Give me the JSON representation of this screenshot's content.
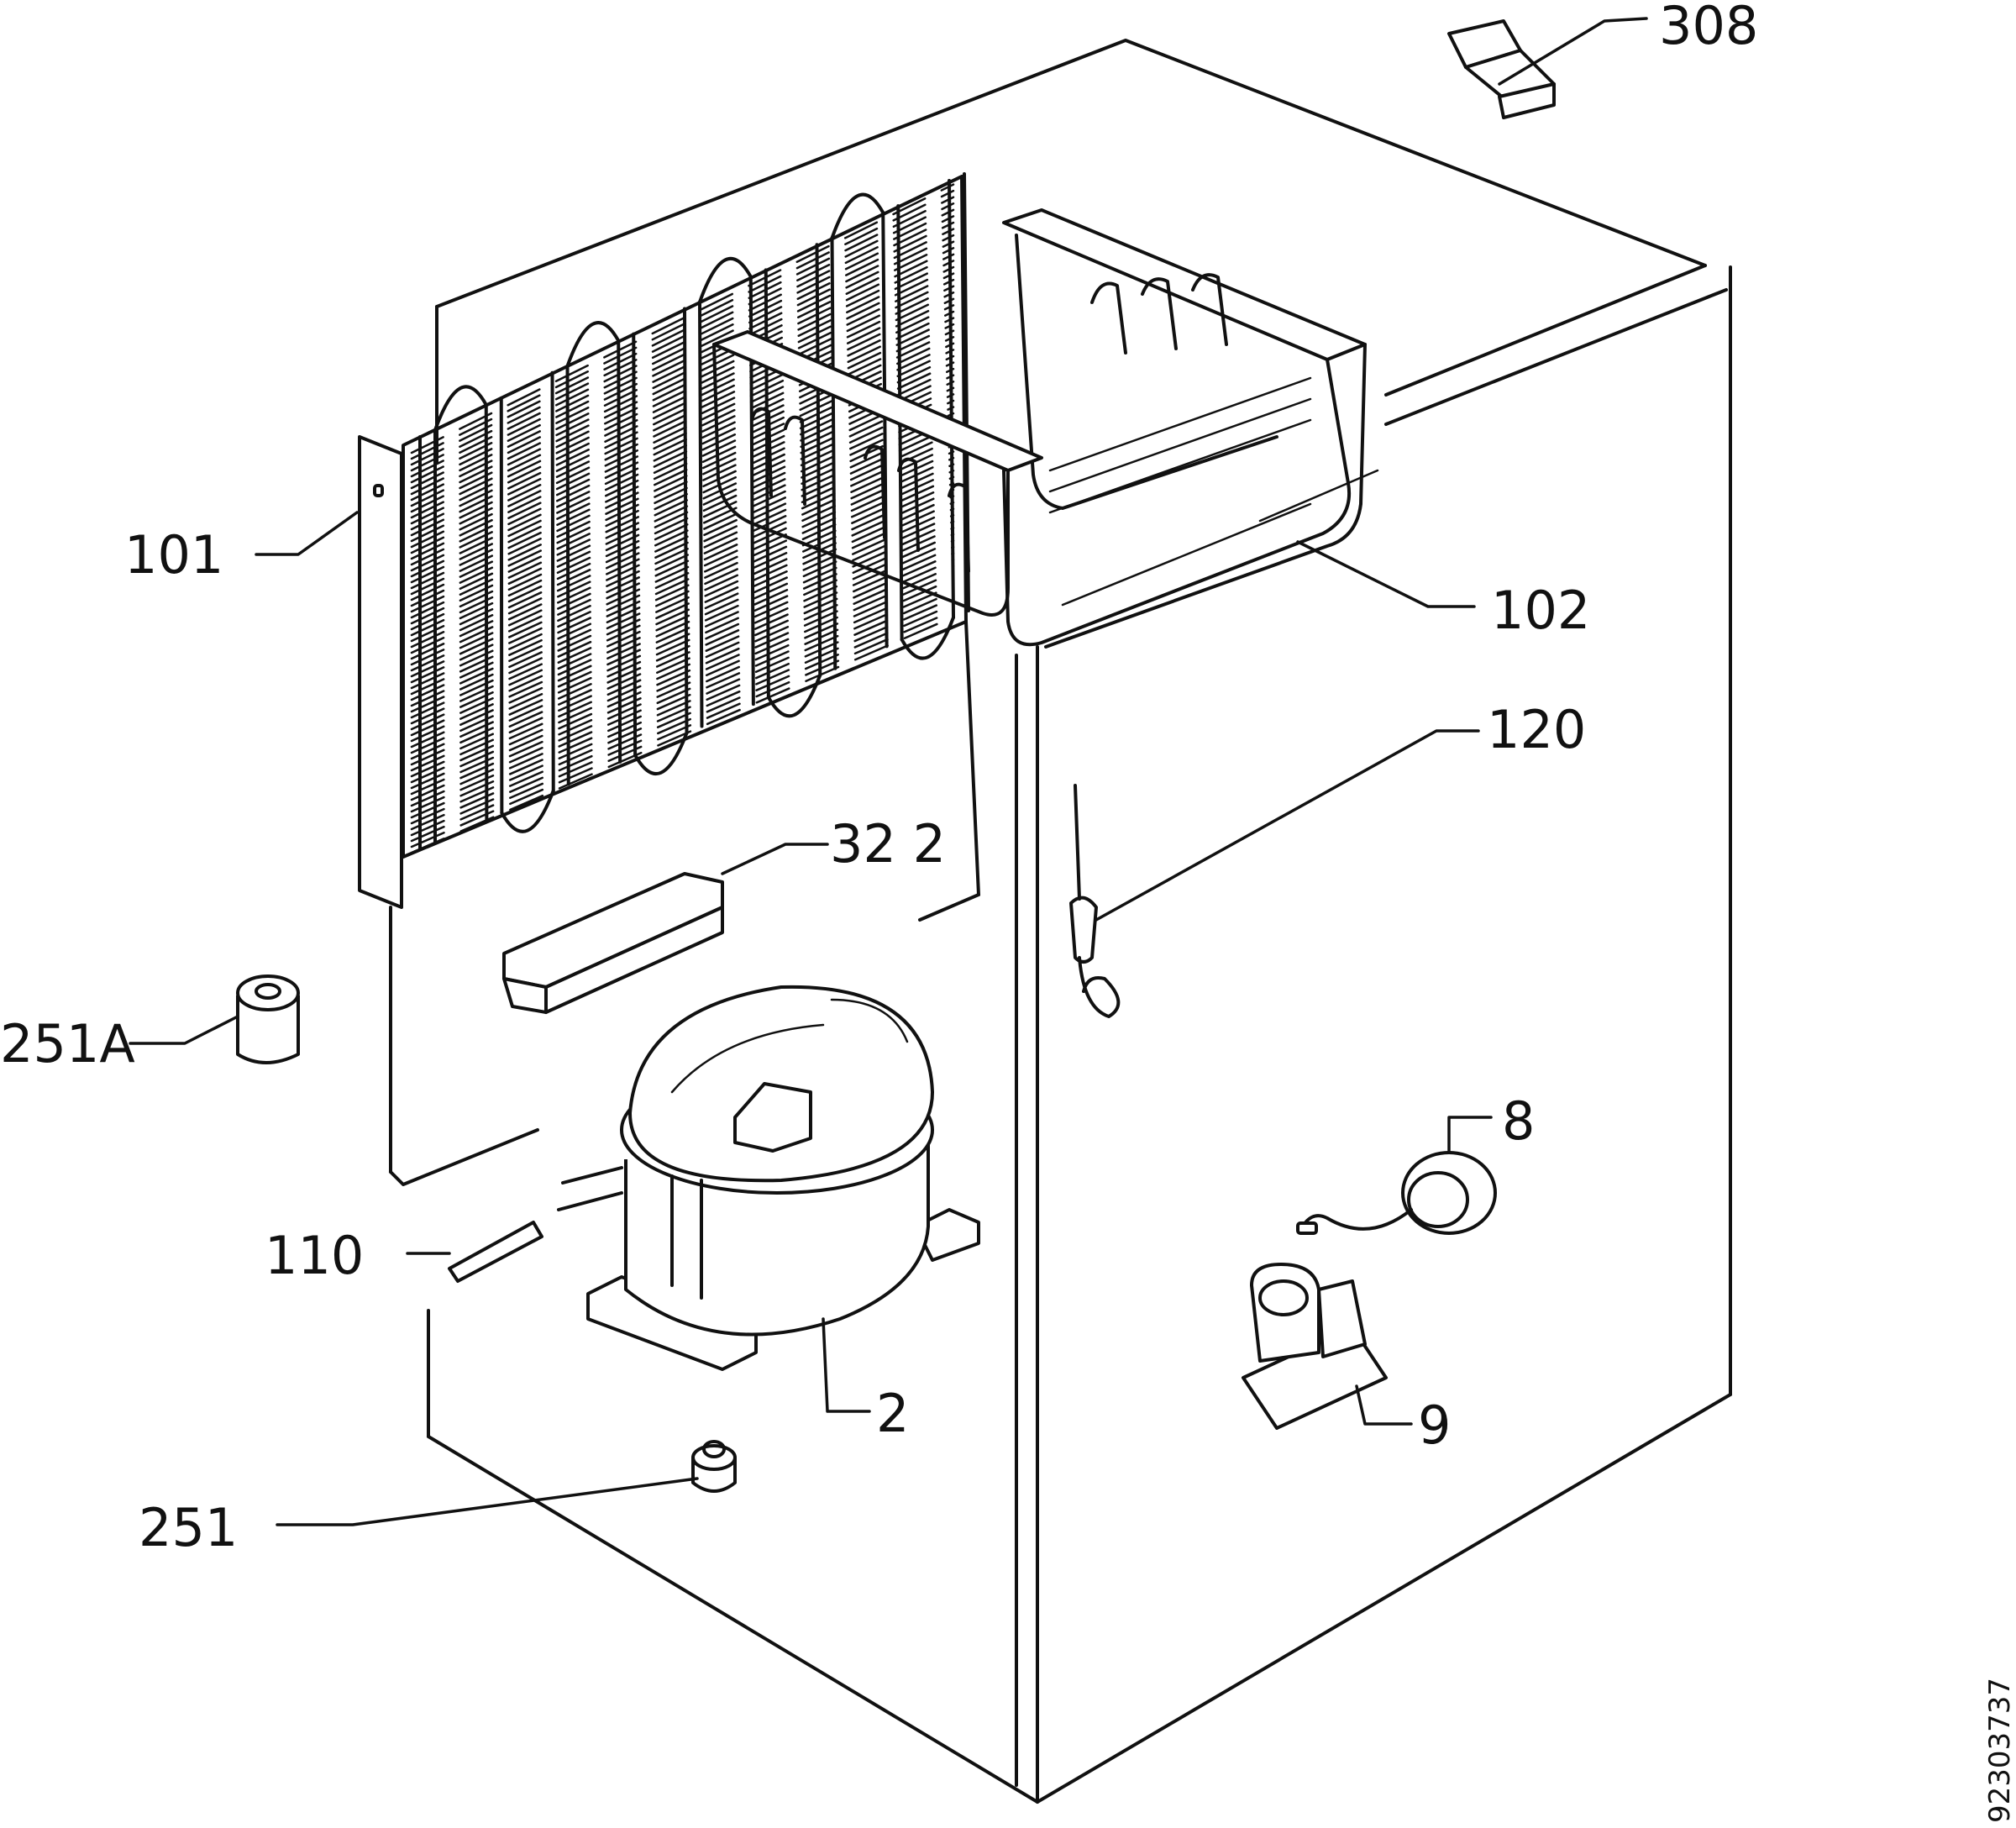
{
  "document_id": "92303737",
  "callouts": {
    "c308": "308",
    "c101": "101",
    "c102": "102",
    "c120": "120",
    "c322": "32 2",
    "c251a": "251A",
    "c8": "8",
    "c110": "110",
    "c2": "2",
    "c9": "9",
    "c251": "251"
  }
}
